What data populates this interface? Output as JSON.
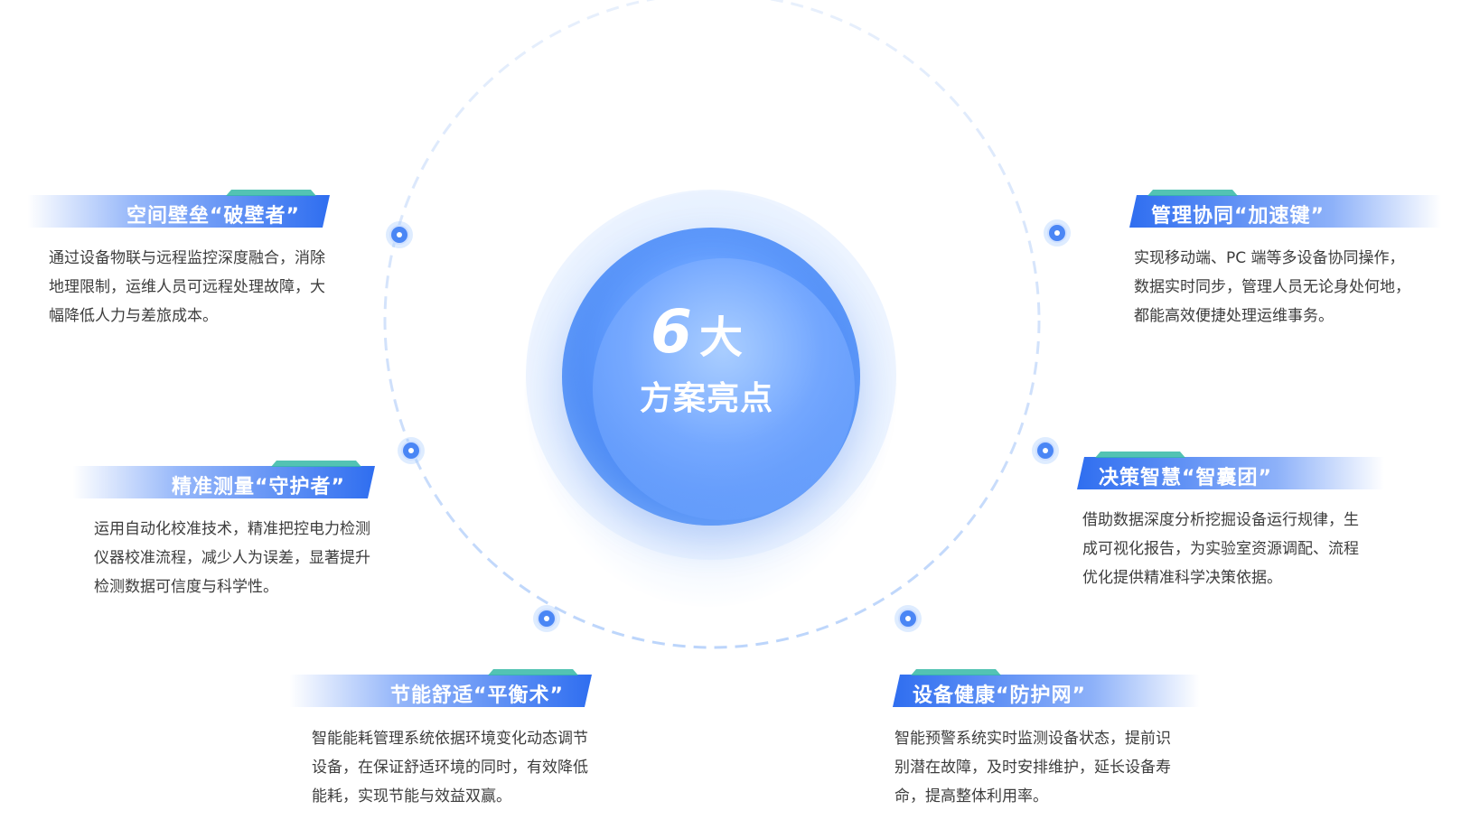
{
  "center": {
    "number": "6",
    "unit": "大",
    "subtitle": "方案亮点"
  },
  "colors": {
    "accent_blue": "#2f6ef0",
    "accent_teal": "#35b9a6",
    "text": "#3d3d3d",
    "ring": "#cfe0fb"
  },
  "features": [
    {
      "title": "空间壁垒“破壁者”",
      "description": "通过设备物联与远程监控深度融合，消除地理限制，运维人员可远程处理故障，大幅降低人力与差旅成本。"
    },
    {
      "title": "管理协同“加速键”",
      "description": "实现移动端、PC 端等多设备协同操作，数据实时同步，管理人员无论身处何地，都能高效便捷处理运维事务。"
    },
    {
      "title": "精准测量“守护者”",
      "description": "运用自动化校准技术，精准把控电力检测仪器校准流程，减少人为误差，显著提升检测数据可信度与科学性。"
    },
    {
      "title": "决策智慧“智囊团”",
      "description": "借助数据深度分析挖掘设备运行规律，生成可视化报告，为实验室资源调配、流程优化提供精准科学决策依据。"
    },
    {
      "title": "节能舒适“平衡术”",
      "description": "智能能耗管理系统依据环境变化动态调节设备，在保证舒适环境的同时，有效降低能耗，实现节能与效益双赢。"
    },
    {
      "title": "设备健康“防护网”",
      "description": "智能预警系统实时监测设备状态，提前识别潜在故障，及时安排维护，延长设备寿命，提高整体利用率。"
    }
  ]
}
